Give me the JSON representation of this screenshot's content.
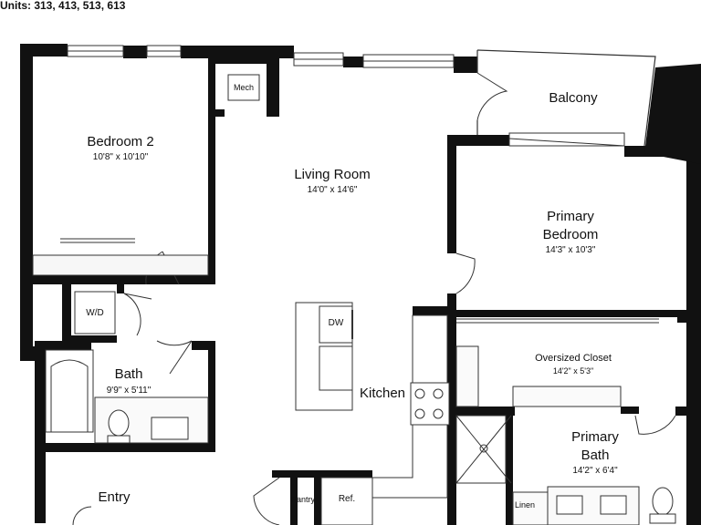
{
  "units_header": "Units: 313, 413, 513, 613",
  "rooms": {
    "bedroom2": {
      "name": "Bedroom 2",
      "size": "10'8\" x 10'10\""
    },
    "living": {
      "name": "Living Room",
      "size": "14'0\" x 14'6\""
    },
    "balcony": {
      "name": "Balcony"
    },
    "primary_bedroom": {
      "name_line1": "Primary",
      "name_line2": "Bedroom",
      "size": "14'3\" x 10'3\""
    },
    "closet": {
      "name": "Oversized Closet",
      "size": "14'2\" x 5'3\""
    },
    "bath": {
      "name": "Bath",
      "size": "9'9\" x 5'11\""
    },
    "kitchen": {
      "name": "Kitchen"
    },
    "primary_bath": {
      "name_line1": "Primary",
      "name_line2": "Bath",
      "size": "14'2\" x 6'4\""
    },
    "entry": {
      "name": "Entry"
    }
  },
  "fixtures": {
    "mech": "Mech",
    "wd": "W/D",
    "dw": "DW",
    "pantry": "Pantry",
    "ref": "Ref.",
    "linen": "Linen"
  },
  "colors": {
    "wall": "#111111",
    "line": "#333333",
    "fill_light": "#f4f4f4"
  }
}
